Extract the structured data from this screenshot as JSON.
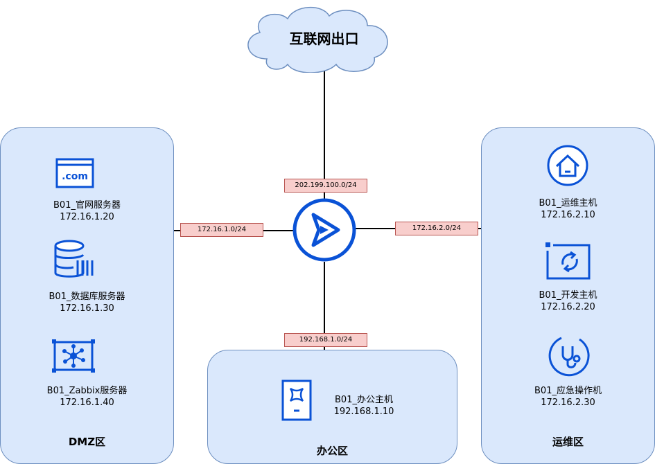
{
  "internet": {
    "label": "互联网出口"
  },
  "subnets": {
    "wan": "202.199.100.0/24",
    "dmz": "172.16.1.0/24",
    "ops": "172.16.2.0/24",
    "office": "192.168.1.0/24"
  },
  "zones": {
    "dmz": {
      "title": "DMZ区",
      "hosts": [
        {
          "name": "B01_官网服务器",
          "ip": "172.16.1.20"
        },
        {
          "name": "B01_数据库服务器",
          "ip": "172.16.1.30"
        },
        {
          "name": "B01_Zabbix服务器",
          "ip": "172.16.1.40"
        }
      ]
    },
    "office": {
      "title": "办公区",
      "hosts": [
        {
          "name": "B01_办公主机",
          "ip": "192.168.1.10"
        }
      ]
    },
    "ops": {
      "title": "运维区",
      "hosts": [
        {
          "name": "B01_运维主机",
          "ip": "172.16.2.10"
        },
        {
          "name": "B01_开发主机",
          "ip": "172.16.2.20"
        },
        {
          "name": "B01_应急操作机",
          "ip": "172.16.2.30"
        }
      ]
    }
  },
  "icons": {
    "router": "router-icon",
    "web": "web-server-icon",
    "db": "database-icon",
    "zabbix": "monitoring-icon",
    "office": "office-host-icon",
    "ops": "home-icon",
    "dev": "refresh-icon",
    "emergency": "stethoscope-icon"
  },
  "colors": {
    "icon": "#0a52d6",
    "zone_fill": "#dae8fc",
    "subnet_fill": "#f8cecc"
  }
}
